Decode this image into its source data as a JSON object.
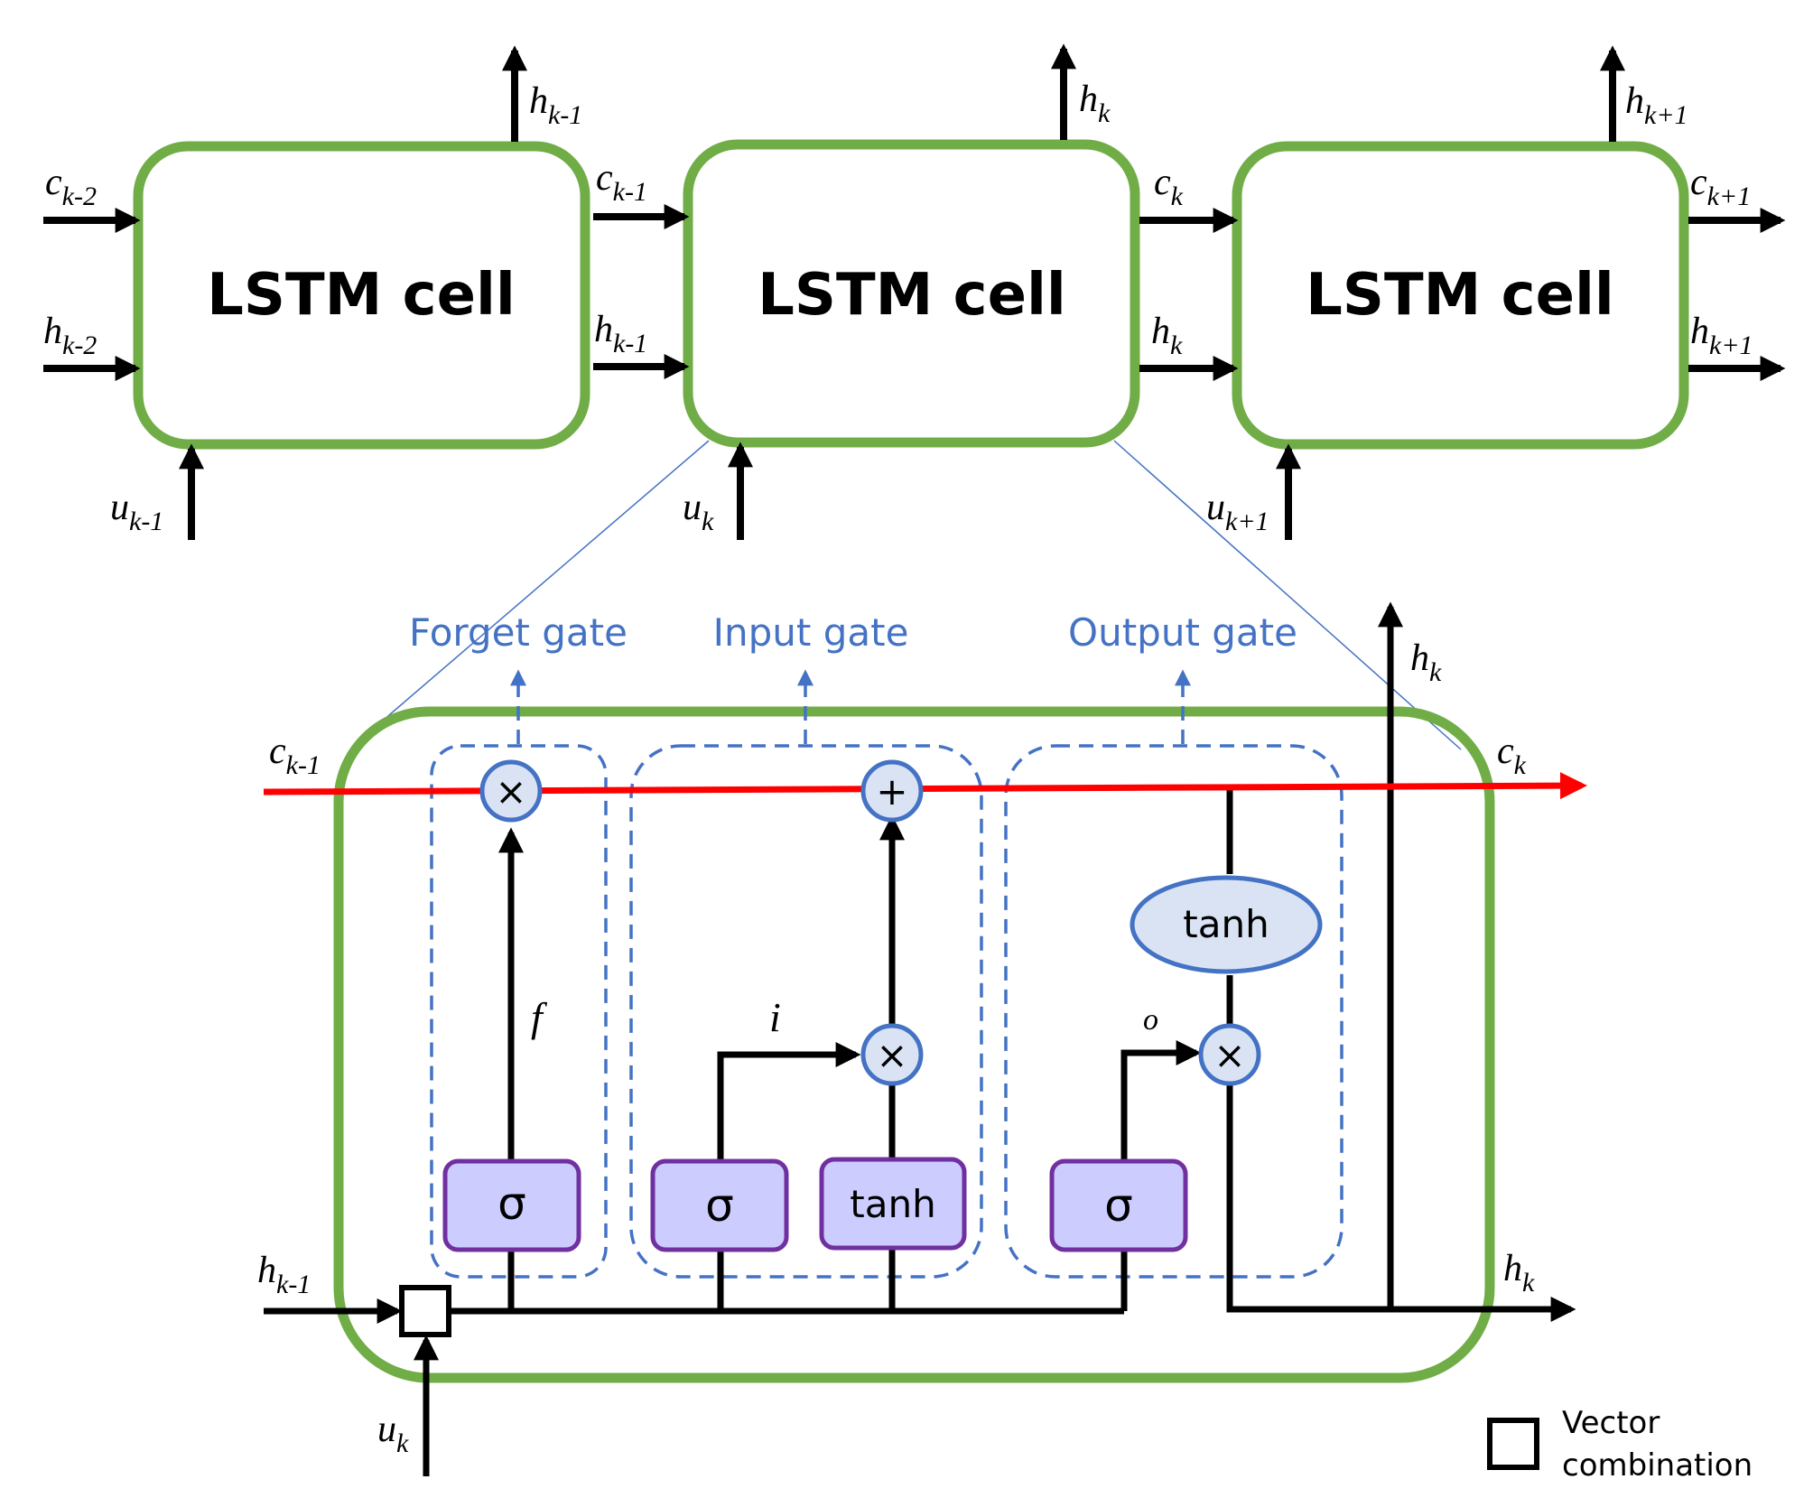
{
  "colors": {
    "cell_border": "#70ad47",
    "cell_state_line": "#ff0000",
    "gate_dash": "#4472c4",
    "gate_box_fill": "#ccccff",
    "gate_box_border": "#7030a0",
    "operator_fill": "#dae3f3",
    "operator_border": "#4472c4"
  },
  "cells": [
    {
      "title": "LSTM cell"
    },
    {
      "title": "LSTM cell"
    },
    {
      "title": "LSTM cell"
    }
  ],
  "chain_labels": {
    "c_in": {
      "base": "c",
      "sub": "k-2"
    },
    "h_in": {
      "base": "h",
      "sub": "k-2"
    },
    "c_1": {
      "base": "c",
      "sub": "k-1"
    },
    "h_1": {
      "base": "h",
      "sub": "k-1"
    },
    "c_2": {
      "base": "c",
      "sub": "k"
    },
    "h_2": {
      "base": "h",
      "sub": "k"
    },
    "c_out": {
      "base": "c",
      "sub": "k+1"
    },
    "h_out": {
      "base": "h",
      "sub": "k+1"
    },
    "h_top_1": {
      "base": "h",
      "sub": "k-1"
    },
    "h_top_2": {
      "base": "h",
      "sub": "k"
    },
    "h_top_3": {
      "base": "h",
      "sub": "k+1"
    },
    "u_1": {
      "base": "u",
      "sub": "k-1"
    },
    "u_2": {
      "base": "u",
      "sub": "k"
    },
    "u_3": {
      "base": "u",
      "sub": "k+1"
    }
  },
  "gates": {
    "forget": "Forget gate",
    "input": "Input gate",
    "output": "Output gate"
  },
  "detail_labels": {
    "c_in": {
      "base": "c",
      "sub": "k-1"
    },
    "c_out": {
      "base": "c",
      "sub": "k"
    },
    "h_in": {
      "base": "h",
      "sub": "k-1"
    },
    "h_out": {
      "base": "h",
      "sub": "k"
    },
    "h_up": {
      "base": "h",
      "sub": "k"
    },
    "u_in": {
      "base": "u",
      "sub": "k"
    },
    "f": "f",
    "i": "i",
    "o": "o"
  },
  "activations": {
    "sigma": "σ",
    "tanh": "tanh"
  },
  "operators": {
    "multiply": "×",
    "add": "+"
  },
  "legend": {
    "line1": "Vector",
    "line2": "combination"
  }
}
